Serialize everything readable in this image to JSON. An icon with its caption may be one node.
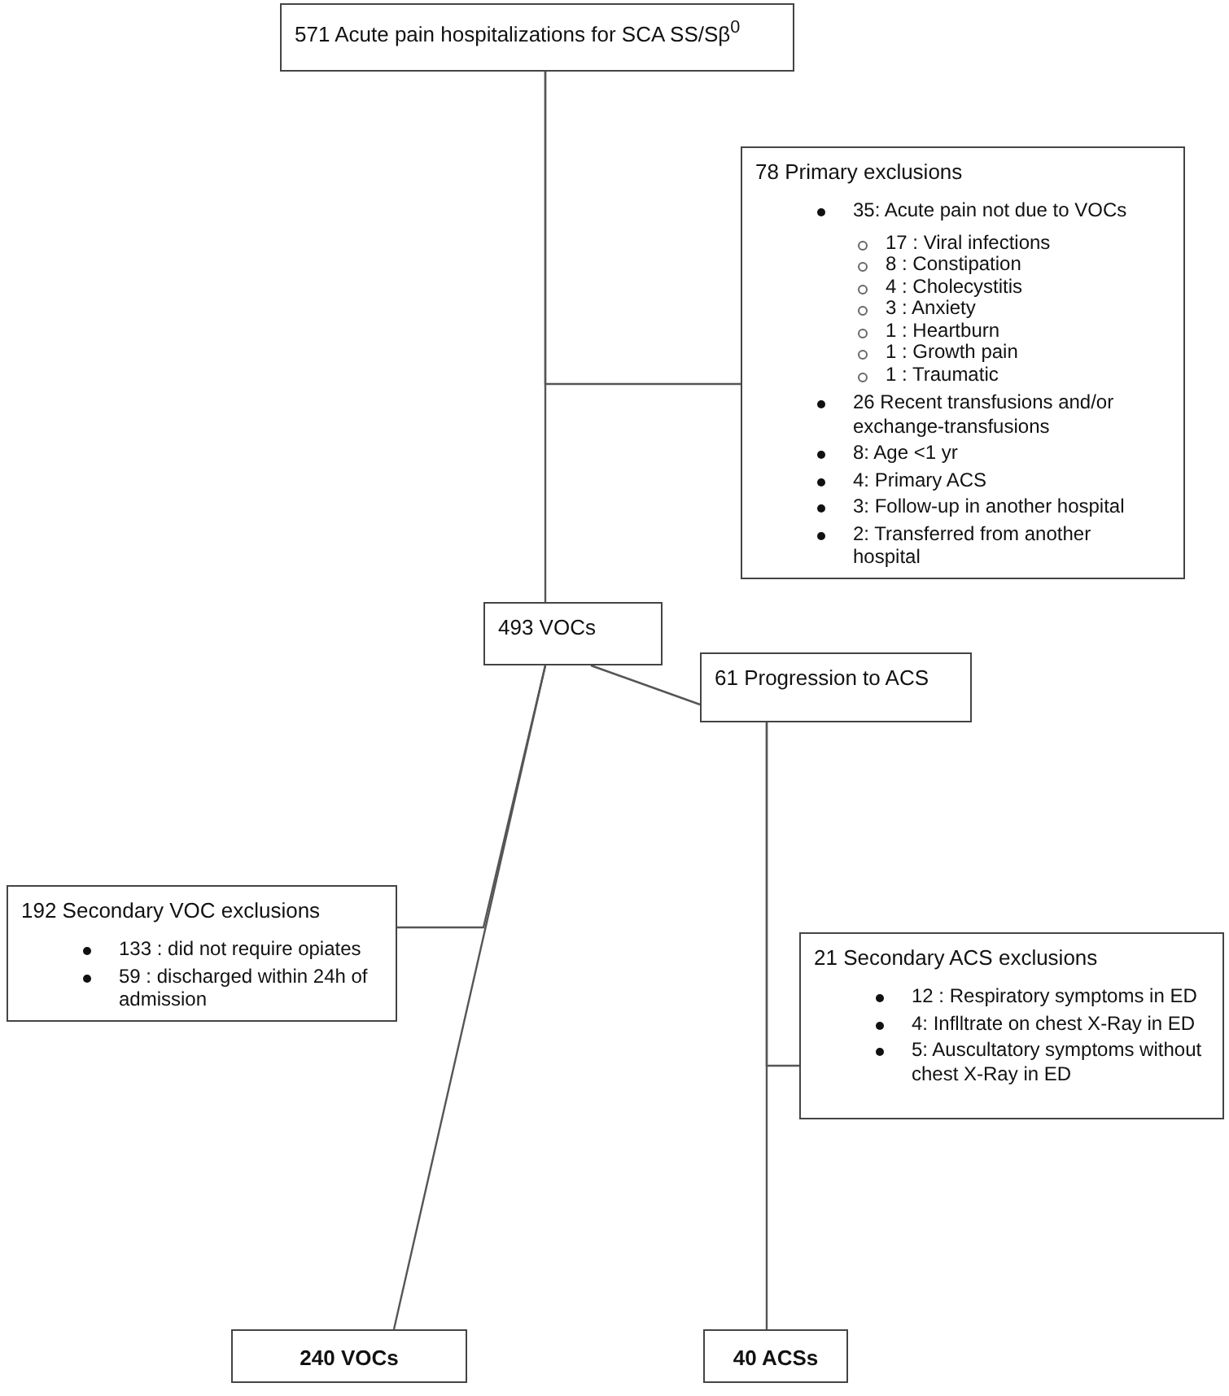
{
  "diagram": {
    "nodes": [
      {
        "text": [
          "571 Acute pain hospitalizations for SCA SS/Sβ$^{0}$"
        ]
      },
      {
        "text": [
          "78 Primary exclusions",
          "35: Acute pain not due to VOCs",
          "17 : Viral infections",
          "8 : Constipation",
          "4 : Cholecystitis",
          "3 : Anxiety",
          "1 : Heartburn",
          "1 : Growth pain",
          "1 : Traumatic",
          "26 Recent transfusions and/or exchange-transfusions",
          "8: Age <1 yr",
          "4: Primary ACS",
          "3: Follow-up in another hospital",
          "2: Transferred from another hospital"
        ]
      },
      {
        "text": [
          "493 VOCs"
        ]
      },
      {
        "text": [
          "61 Progression to ACS"
        ]
      },
      {
        "text": [
          "192 Secondary VOC exclusions",
          "133 : did not require opiates",
          "59 : discharged within 24h of admission"
        ]
      },
      {
        "text": [
          "21 Secondary ACS exclusions",
          "12 : Respiratory symptoms in ED",
          "4: Inflltrate on chest X-Ray in ED",
          "5: Auscultatory symptoms without chest X-Ray in ED"
        ]
      },
      {
        "text": [
          "240 VOCs"
        ]
      },
      {
        "text": [
          "40 ACSs"
        ]
      }
    ],
    "edges": [
      {
        "from": 0,
        "to": 2,
        "arrow": "none"
      },
      {
        "from": 0,
        "to": 1,
        "arrow": "none"
      },
      {
        "from": 2,
        "to": 3,
        "arrow": "none"
      },
      {
        "from": 2,
        "to": 6,
        "arrow": "none"
      },
      {
        "from": 2,
        "to": 4,
        "arrow": "none"
      },
      {
        "from": 3,
        "to": 7,
        "arrow": "none"
      },
      {
        "from": 3,
        "to": 5,
        "arrow": "none"
      }
    ]
  }
}
